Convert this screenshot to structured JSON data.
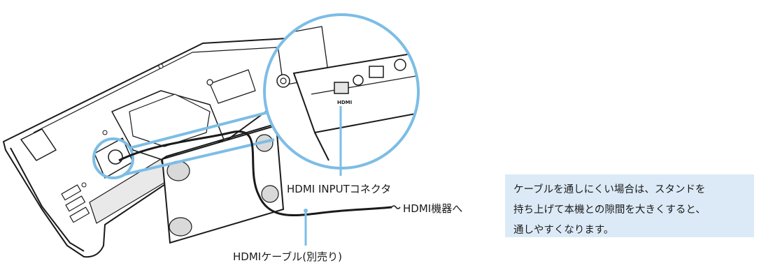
{
  "labels": {
    "hdmi_input_connector": "HDMI INPUTコネクタ",
    "hdmi_device": "HDMI機器へ",
    "hdmi_cable": "HDMIケーブル(別売り)"
  },
  "note": {
    "lines": [
      "ケーブルを通しにくい場合は、スタンドを",
      "持ち上げて本機との隙間を大きくすると、",
      "通しやすくなります。"
    ]
  },
  "panel_text": {
    "hdmi_logo": "HDMI"
  },
  "colors": {
    "callout_circle": "#7cbde6",
    "note_background": "#dbeaf6",
    "line": "#1a1a1a"
  }
}
